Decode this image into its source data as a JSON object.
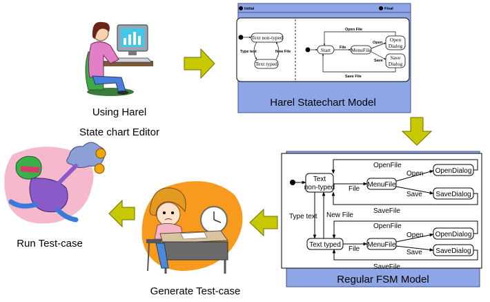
{
  "steps": {
    "editor": {
      "caption_line1": "Using Harel",
      "caption_line2": "State chart Editor"
    },
    "harel": {
      "caption": "Harel Statechart Model"
    },
    "fsm": {
      "caption": "Regular FSM Model"
    },
    "generate": {
      "caption": "Generate Test-case"
    },
    "run": {
      "caption": "Run Test-case"
    }
  },
  "harel_model": {
    "top_left_state": "Initial",
    "top_right_state": "Final",
    "text_nontyped": "Text non-typed",
    "text_typed": "Text typed",
    "type_text": "Type text",
    "new_file": "New File",
    "start": "Start",
    "file": "File",
    "menufile": "MenuFile",
    "open": "Open",
    "save": "Save",
    "open_file": "Open File",
    "save_file": "Save File",
    "open_dialog_1": "Open",
    "open_dialog_2": "Dialog",
    "save_dialog_1": "Save",
    "save_dialog_2": "Dialog"
  },
  "fsm_model": {
    "text_nontyped_1": "Text",
    "text_nontyped_2": "non-typed",
    "text_typed": "Text typed",
    "menufile_top": "MenuFile",
    "menufile_bottom": "MenuFile",
    "open_dialog_top": "OpenDialog",
    "save_dialog_top": "SaveDialog",
    "open_dialog_bottom": "OpenDialog",
    "save_dialog_bottom": "SaveDialog",
    "openfile_top": "OpenFile",
    "savefile_top": "SaveFile",
    "openfile_bottom": "OpenFile",
    "savefile_bottom": "SaveFile",
    "file_top": "File",
    "file_bottom": "File",
    "open_top": "Open",
    "save_top": "Save",
    "open_bottom": "Open",
    "save_bottom": "Save",
    "type_text": "Type text",
    "new_file": "New File"
  },
  "colors": {
    "panel_fill": "#8ea6e6",
    "arrow_fill": "#c8c800",
    "arrow_stroke": "#6e6e00",
    "orange_blob": "#f79a1e",
    "pink_blob": "#f5b8cc"
  }
}
